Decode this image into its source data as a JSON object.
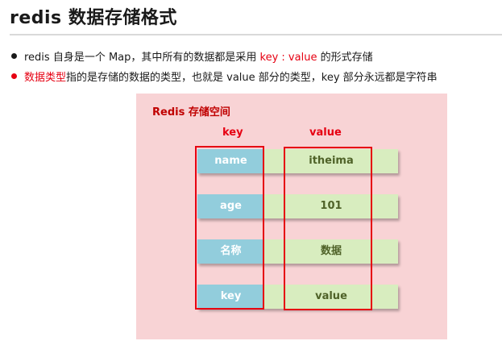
{
  "page": {
    "title": "redis 数据存储格式"
  },
  "bullets": [
    {
      "prefix": "redis 自身是一个 Map，其中所有的数据都是采用 ",
      "highlight": "key : value",
      "suffix": " 的形式存储"
    },
    {
      "highlight": "数据类型",
      "text": "指的是存储的数据的类型，也就是 value 部分的类型，key 部分永远都是字符串"
    }
  ],
  "diagram": {
    "title": "Redis 存储空间",
    "key_header": "key",
    "value_header": "value",
    "rows": [
      {
        "key": "name",
        "value": "itheima"
      },
      {
        "key": "age",
        "value": "101"
      },
      {
        "key": "名称",
        "value": "数据"
      },
      {
        "key": "key",
        "value": "value"
      }
    ]
  },
  "colors": {
    "accent_red": "#e60012",
    "diagram_bg": "#f8d3d5",
    "key_cell": "#92cddc",
    "value_cell": "#d8edbf"
  }
}
